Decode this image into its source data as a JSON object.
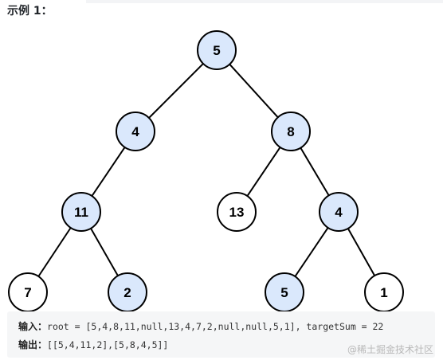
{
  "heading": "示例 1：",
  "tree": {
    "node_fill_highlight": "#dae8fc",
    "node_fill_plain": "#ffffff",
    "node_stroke": "#000000",
    "nodes": [
      {
        "id": "n5",
        "label": "5",
        "highlight": true
      },
      {
        "id": "n4",
        "label": "4",
        "highlight": true
      },
      {
        "id": "n8",
        "label": "8",
        "highlight": true
      },
      {
        "id": "n11",
        "label": "11",
        "highlight": true
      },
      {
        "id": "n13",
        "label": "13",
        "highlight": false
      },
      {
        "id": "n4b",
        "label": "4",
        "highlight": true
      },
      {
        "id": "n7",
        "label": "7",
        "highlight": false
      },
      {
        "id": "n2",
        "label": "2",
        "highlight": true
      },
      {
        "id": "n5b",
        "label": "5",
        "highlight": true
      },
      {
        "id": "n1",
        "label": "1",
        "highlight": false
      }
    ]
  },
  "example": {
    "input_label": "输入：",
    "input_value": "root = [5,4,8,11,null,13,4,7,2,null,null,5,1], targetSum = 22",
    "output_label": "输出：",
    "output_value": "[[5,4,11,2],[5,8,4,5]]"
  },
  "watermark": "@稀土掘金技术社区"
}
